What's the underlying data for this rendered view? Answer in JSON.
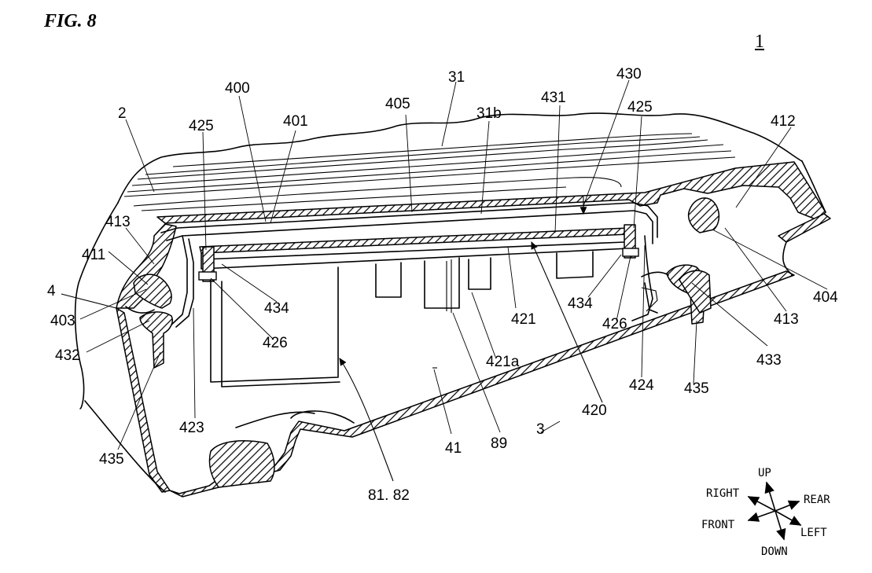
{
  "figure": {
    "title": "FIG. 8",
    "reference": "1"
  },
  "labels": {
    "l2": "2",
    "l4": "4",
    "l3": "3",
    "l31": "31",
    "l31b": "31b",
    "l41": "41",
    "l89": "89",
    "l81_82": "81. 82",
    "l400": "400",
    "l401": "401",
    "l403": "403",
    "l404": "404",
    "l405": "405",
    "l411": "411",
    "l412": "412",
    "l413_left": "413",
    "l413_right": "413",
    "l420": "420",
    "l421": "421",
    "l421a": "421a",
    "l423": "423",
    "l424": "424",
    "l425_left": "425",
    "l425_right": "425",
    "l426_left": "426",
    "l426_right": "426",
    "l430": "430",
    "l431": "431",
    "l432": "432",
    "l433": "433",
    "l434_left": "434",
    "l434_right": "434",
    "l435_left": "435",
    "l435_right": "435"
  },
  "directions": {
    "up": "UP",
    "down": "DOWN",
    "right": "RIGHT",
    "left": "LEFT",
    "front": "FRONT",
    "rear": "REAR"
  }
}
